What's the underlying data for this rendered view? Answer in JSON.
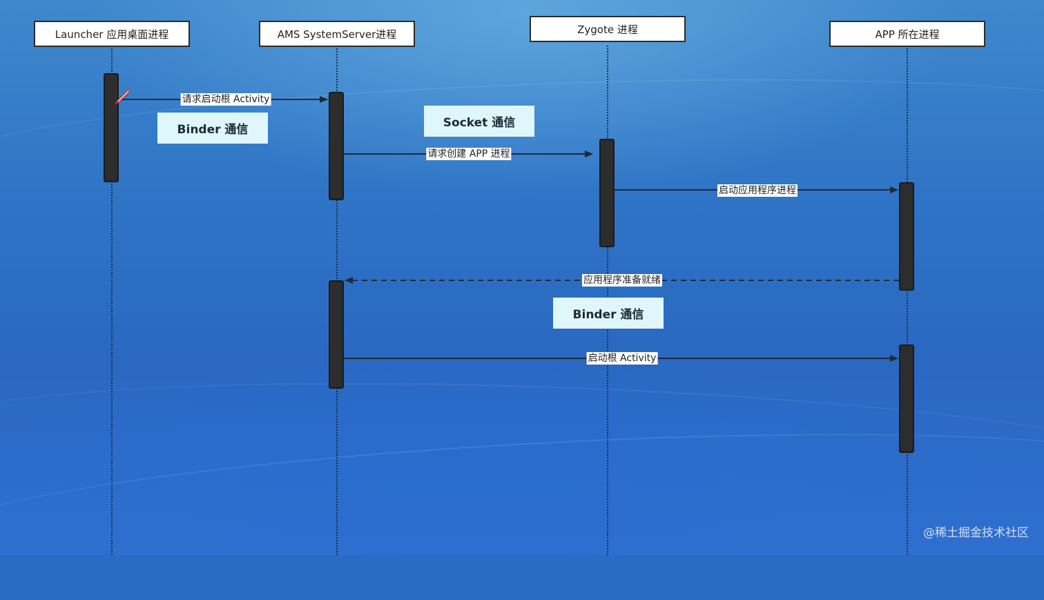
{
  "participants": [
    {
      "label": "Launcher 应用桌面进程"
    },
    {
      "label": "AMS SystemServer进程"
    },
    {
      "label": "Zygote 进程"
    },
    {
      "label": "APP 所在进程"
    }
  ],
  "messages": [
    {
      "label": "请求启动根 Activity"
    },
    {
      "label": "请求创建 APP 进程"
    },
    {
      "label": "启动应用程序进程"
    },
    {
      "label": "应用程序准备就绪"
    },
    {
      "label": "启动根 Activity"
    }
  ],
  "notes": [
    {
      "label": "Binder 通信"
    },
    {
      "label": "Socket 通信"
    },
    {
      "label": "Binder 通信"
    }
  ],
  "watermark": "@稀土掘金技术社区",
  "colors": {
    "background": "#2a6cc4",
    "note_fill": "#dff6fb",
    "activation": "#2d2d2d",
    "participant_fill": "#ffffff"
  },
  "icons": {
    "cursor": "pencil-icon"
  }
}
